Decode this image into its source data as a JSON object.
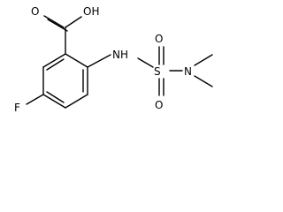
{
  "molecule": {
    "atoms": {
      "carbonyl_oxygen": "O",
      "hydroxyl": "OH",
      "nh": "NH",
      "sulfur": "S",
      "sulfonyl_oxygen_top": "O",
      "sulfonyl_oxygen_bottom": "O",
      "amine_nitrogen": "N",
      "fluorine": "F"
    }
  }
}
